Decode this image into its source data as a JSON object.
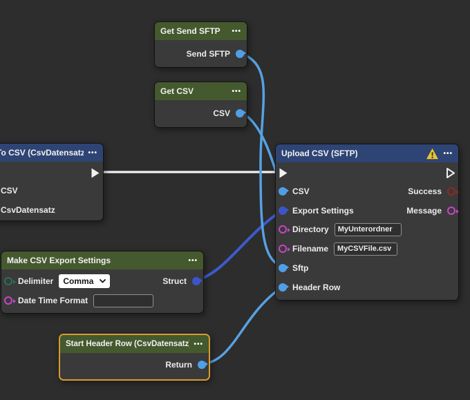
{
  "colors": {
    "background": "#2d2d2d",
    "node_body": "#3a3a3a",
    "header_green": "#45592e",
    "header_blue": "#2e4474",
    "wire_white": "#f2f2f2",
    "wire_light_blue": "#57a1e3",
    "wire_dark_blue": "#3c5ccd",
    "port_light_blue": "#4f9fe6",
    "port_dark_blue": "#3b55c9",
    "port_magenta": "#c944c9",
    "port_dark_red": "#8f2a1e",
    "port_teal": "#2f6e5d",
    "warning_yellow": "#e9c52e",
    "selection_orange": "#d99b2e"
  },
  "icons": {
    "menu_dots": "•••",
    "warning": "warning-triangle"
  },
  "nodes": {
    "get_send_sftp": {
      "title": "Get Send SFTP",
      "menu": "•••",
      "output_label": "Send SFTP"
    },
    "get_csv": {
      "title": "Get CSV",
      "menu": "•••",
      "output_label": "CSV"
    },
    "to_csv": {
      "title": "To CSV (CsvDatensatz)",
      "menu": "•••",
      "inputs": [
        {
          "label": "CSV"
        },
        {
          "label": "CsvDatensatz"
        }
      ]
    },
    "upload_csv": {
      "title": "Upload CSV (SFTP)",
      "menu": "•••",
      "has_warning": true,
      "inputs": [
        {
          "label": "CSV"
        },
        {
          "label": "Export Settings"
        },
        {
          "label": "Directory",
          "value": "MyUnterordner"
        },
        {
          "label": "Filename",
          "value": "MyCSVFile.csv"
        },
        {
          "label": "Sftp"
        },
        {
          "label": "Header Row"
        }
      ],
      "outputs": [
        {
          "label": "Success"
        },
        {
          "label": "Message"
        }
      ]
    },
    "make_settings": {
      "title": "Make CSV Export Settings",
      "menu": "•••",
      "delimiter_label": "Delimiter",
      "delimiter_value": "Comma",
      "datetime_label": "Date Time Format",
      "datetime_value": "",
      "struct_label": "Struct"
    },
    "start_header_row": {
      "title": "Start Header Row (CsvDatensatz)",
      "menu": "•••",
      "output_label": "Return"
    }
  }
}
